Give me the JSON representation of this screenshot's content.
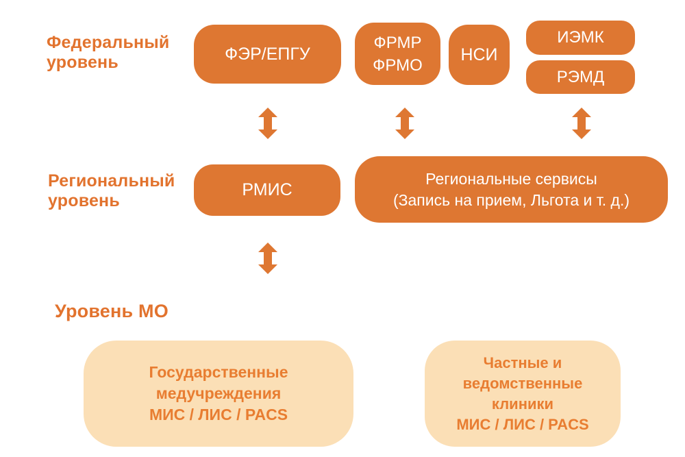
{
  "colors": {
    "box_orange": "#DE7732",
    "label_orange": "#E2732E",
    "light_box_bg": "#FBDFB6",
    "light_box_text": "#E87D31",
    "box_text": "#FFFFFF",
    "background": "#FFFFFF"
  },
  "labels": {
    "federal": "Федеральный\nуровень",
    "regional": "Региональный\nуровень",
    "mo": "Уровень МО"
  },
  "boxes": {
    "fer_epgu": "ФЭР/ЕПГУ",
    "frmr_frmo": "ФРМР\nФРМО",
    "nsi": "НСИ",
    "iemk": "ИЭМК",
    "remd": "РЭМД",
    "rmis": "РМИС",
    "regional_services": "Региональные сервисы\n(Запись на прием, Льгота и т. д.)",
    "state_medical": "Государственные\nмедучреждения\nМИС / ЛИС / PACS",
    "private_clinics": "Частные и\nведомственные\nклиники\nМИС / ЛИС / PACS"
  },
  "connectors": [
    {
      "icon": "double-arrow-icon",
      "between": [
        "ФЭР/ЕПГУ",
        "РМИС"
      ]
    },
    {
      "icon": "double-arrow-icon",
      "between": [
        "ФРМР ФРМО",
        "Региональные сервисы"
      ]
    },
    {
      "icon": "double-arrow-icon",
      "between": [
        "ИЭМК / РЭМД",
        "Региональные сервисы"
      ]
    },
    {
      "icon": "double-arrow-icon",
      "between": [
        "РМИС",
        "Уровень МО"
      ]
    }
  ]
}
